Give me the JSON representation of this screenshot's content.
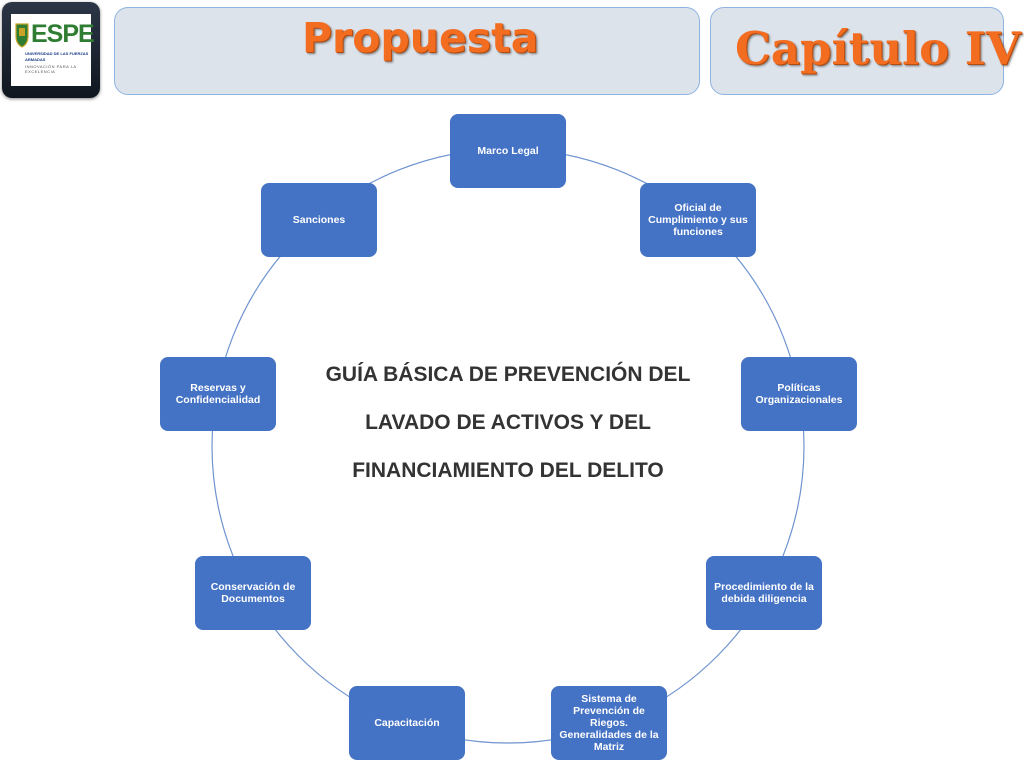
{
  "header": {
    "logo_text": "ESPE",
    "logo_subtitle": "UNIVERSIDAD DE LAS FUERZAS ARMADAS",
    "logo_motto": "INNOVACIÓN PARA LA EXCELENCIA",
    "title": "Propuesta",
    "chapter": "Capítulo IV"
  },
  "diagram": {
    "center_lines": [
      "GUÍA BÁSICA DE PREVENCIÓN DEL",
      "LAVADO DE ACTIVOS Y DEL",
      "FINANCIAMIENTO DEL DELITO"
    ],
    "nodes": [
      "Marco Legal",
      "Oficial de Cumplimiento y sus funciones",
      "Políticas Organizacionales",
      "Procedimiento de la debida diligencia",
      "Sistema de Prevención de Riegos. Generalidades de la Matriz",
      "Capacitación",
      "Conservación de Documentos",
      "Reservas y Confidencialidad",
      "Sanciones"
    ],
    "colors": {
      "node": "#4472c4",
      "ring": "#6f94d0",
      "title": "#f36d21"
    }
  }
}
